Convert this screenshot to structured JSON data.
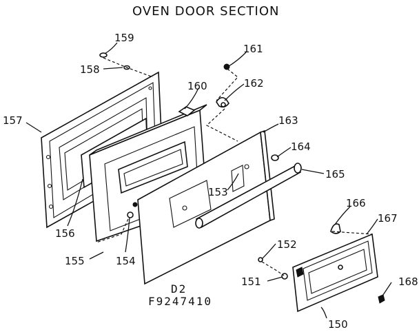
{
  "title": "OVEN DOOR SECTION",
  "diagram_code": "D2",
  "part_number": "F9247410",
  "callouts": {
    "c150": "150",
    "c151": "151",
    "c152": "152",
    "c153": "153",
    "c154": "154",
    "c155": "155",
    "c156": "156",
    "c157": "157",
    "c158": "158",
    "c159": "159",
    "c160": "160",
    "c161": "161",
    "c162": "162",
    "c163": "163",
    "c164": "164",
    "c165": "165",
    "c166": "166",
    "c167": "167",
    "c168": "168"
  }
}
